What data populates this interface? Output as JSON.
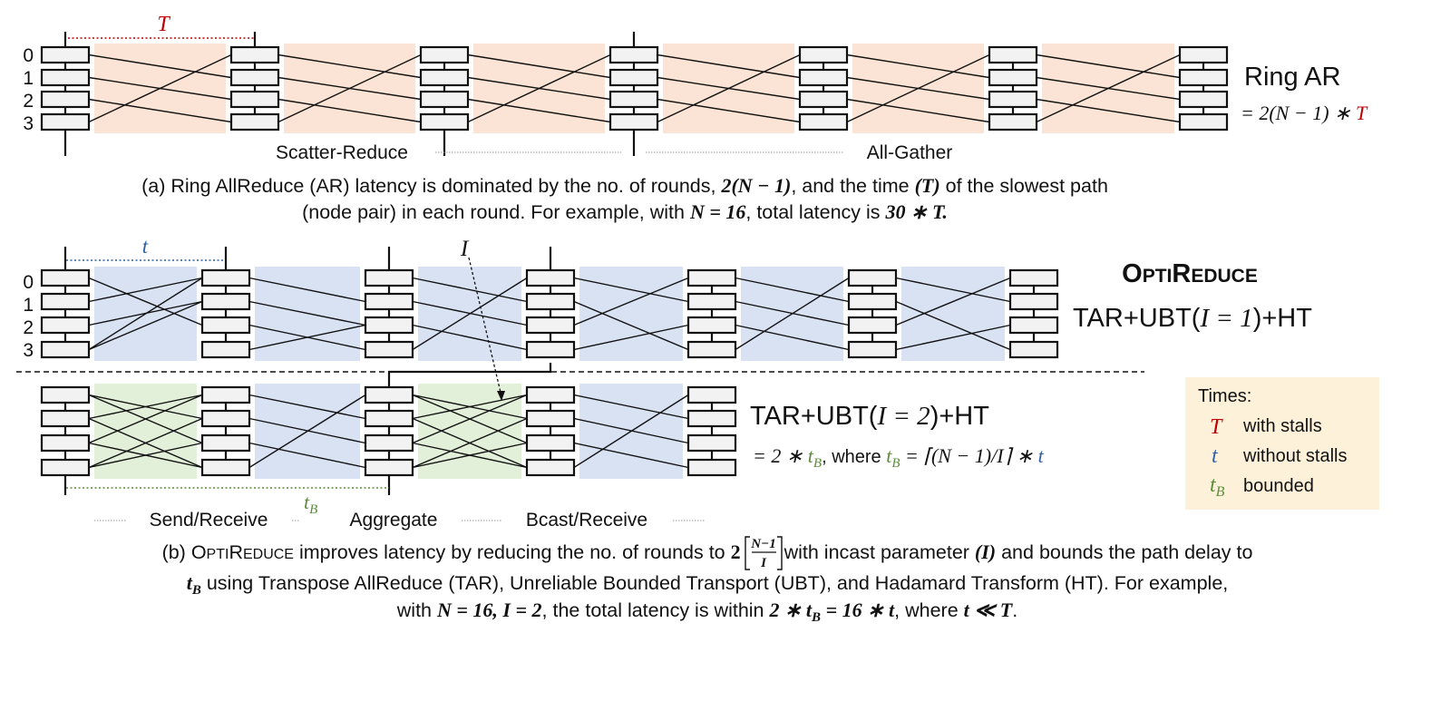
{
  "colors": {
    "stall_red": "#c00000",
    "nostall_blue": "#2e5fa8",
    "bounded_green": "#5b8c3a",
    "band_orange": "#fbe4d5",
    "band_blue": "#d9e2f3",
    "band_green": "#e2efd9",
    "legend_bg": "#fdf2d9"
  },
  "node_ids": [
    "0",
    "1",
    "2",
    "3"
  ],
  "top": {
    "T": "T",
    "phase_left": "Scatter-Reduce",
    "phase_right": "All-Gather",
    "title": "Ring AR",
    "formula_pre": "= 2(N − 1) ∗ ",
    "formula_T": "T",
    "caption_line1_pre": "(a) Ring AllReduce (AR) latency is dominated by the no. of rounds, ",
    "caption_line1_m1": "2(N − 1)",
    "caption_line1_mid": ", and the time ",
    "caption_line1_m2": "(T)",
    "caption_line1_post": " of the slowest path",
    "caption_line2_pre": "(node pair) in each round. For example, with ",
    "caption_line2_m1": "N = 16",
    "caption_line2_mid": ", total latency is ",
    "caption_line2_m2": "30 ∗ T.",
    "caption_line2_post": ""
  },
  "mid": {
    "t": "t",
    "I": "I",
    "title_big1": "O",
    "title_small1": "PTI",
    "title_big2": "R",
    "title_small2": "EDUCE",
    "formula_pre": "TAR+UBT(",
    "formula_math": "I = 1",
    "formula_post": ")+HT"
  },
  "bottom": {
    "tB_main": "t",
    "tB_sub": "B",
    "formula_pre": "TAR+UBT(",
    "formula_math": "I = 2",
    "formula_post": ")+HT",
    "sub_a": "= 2 ∗ ",
    "sub_tB": "t",
    "sub_B": "B",
    "sub_where": ", where ",
    "sub_tB2": "t",
    "sub_B2": "B",
    "sub_rest": " = ⌈(N − 1)/I⌉ ∗ ",
    "sub_t": "t",
    "phase1": "Send/Receive",
    "phase2": "Aggregate",
    "phase3": "Bcast/Receive"
  },
  "legend": {
    "title": "Times:",
    "items": [
      {
        "sym": "T",
        "sub": "",
        "label": "with stalls"
      },
      {
        "sym": "t",
        "sub": "",
        "label": "without stalls"
      },
      {
        "sym": "t",
        "sub": "B",
        "label": "bounded"
      }
    ]
  },
  "caption_b": {
    "line1_pre": "(b) ",
    "line1_o": "O",
    "line1_pti": "PTI",
    "line1_r": "R",
    "line1_educe": "EDUCE",
    "line1_mid": " improves latency by reducing the no. of rounds to ",
    "line1_two": "2",
    "frac_num": "N−1",
    "frac_den": "I",
    "line1_post": " with incast parameter ",
    "line1_I": "(I)",
    "line1_end": " and bounds the path delay to",
    "line2_tB": "t",
    "line2_B": "B",
    "line2_rest": " using Transpose AllReduce (TAR), Unreliable Bounded Transport (UBT),  and Hadamard Transform (HT). For example,",
    "line3_pre": "with ",
    "line3_m1": "N = 16, I = 2",
    "line3_mid": ", the total latency is within ",
    "line3_m2a": "2 ∗ t",
    "line3_m2sub": "B",
    "line3_m2b": " = 16 ∗ t",
    "line3_mid2": ", where ",
    "line3_m3": "t ≪ T",
    "line3_end": "."
  }
}
